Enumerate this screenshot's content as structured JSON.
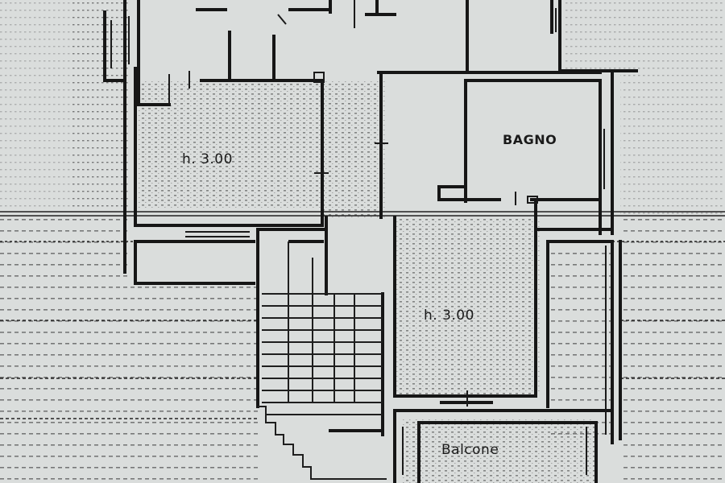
{
  "plan": {
    "labels": {
      "room_height_1": "h. 3.00",
      "bathroom": "BAGNO",
      "room_height_2": "h. 3.00",
      "balcony": "Balcone"
    },
    "colors": {
      "paper": "#dadddc",
      "ink": "#1a1a1a",
      "hatch": "#3a3a3a"
    }
  }
}
